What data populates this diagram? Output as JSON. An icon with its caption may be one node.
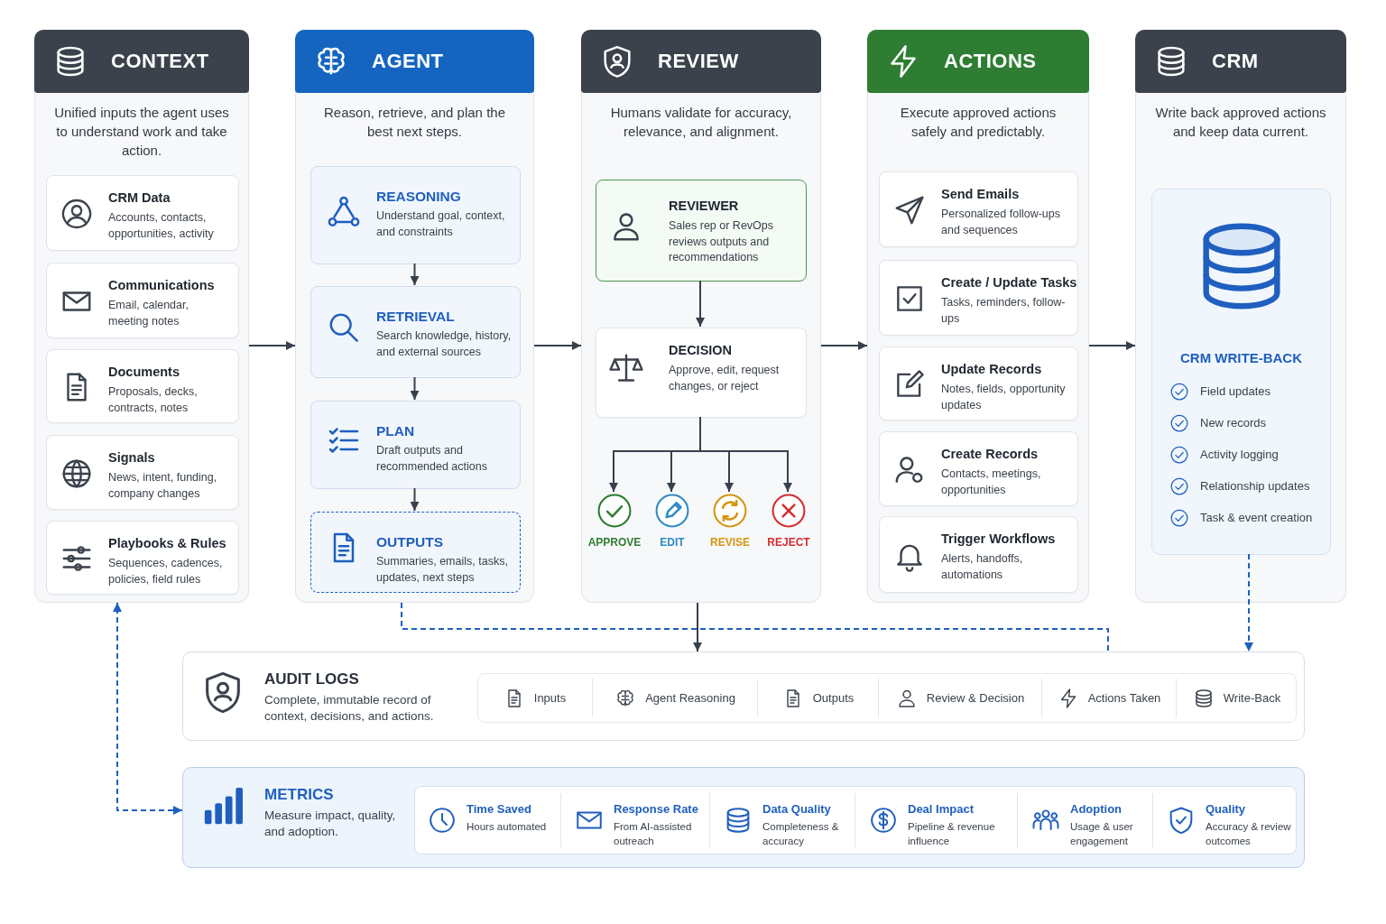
{
  "diagram": {
    "nodes": [
      {
        "text": [
          "CONTEXT",
          "Unified inputs the agent uses to understand work and take action."
        ]
      },
      {
        "text": [
          "CRM Data",
          "Accounts, contacts, opportunities, activity"
        ],
        "in": 0
      },
      {
        "text": [
          "Communications",
          "Email, calendar, meeting notes"
        ],
        "in": 0
      },
      {
        "text": [
          "Documents",
          "Proposals, decks, contracts, notes"
        ],
        "in": 0
      },
      {
        "text": [
          "Signals",
          "News, intent, funding, company changes"
        ],
        "in": 0
      },
      {
        "text": [
          "Playbooks & Rules",
          "Sequences, cadences, policies, field rules"
        ],
        "in": 0
      },
      {
        "text": [
          "AGENT",
          "Reason, retrieve, and plan the best next steps."
        ]
      },
      {
        "text": [
          "REASONING",
          "Understand goal, context, and constraints"
        ],
        "in": 6
      },
      {
        "text": [
          "RETRIEVAL",
          "Search knowledge, history, and external sources"
        ],
        "in": 6
      },
      {
        "text": [
          "PLAN",
          "Draft outputs and recommended actions"
        ],
        "in": 6
      },
      {
        "text": [
          "OUTPUTS",
          "Summaries, emails, tasks, updates, next steps"
        ],
        "in": 6
      },
      {
        "text": [
          "REVIEW",
          "Humans validate for accuracy, relevance, and alignment."
        ]
      },
      {
        "text": [
          "REVIEWER",
          "Sales rep or RevOps reviews outputs and recommendations"
        ],
        "in": 11
      },
      {
        "text": [
          "DECISION",
          "Approve, edit, request changes, or reject"
        ],
        "in": 11
      },
      {
        "text": [
          "APPROVE"
        ],
        "in": 11
      },
      {
        "text": [
          "EDIT"
        ],
        "in": 11
      },
      {
        "text": [
          "REVISE"
        ],
        "in": 11
      },
      {
        "text": [
          "REJECT"
        ],
        "in": 11
      },
      {
        "text": [
          "ACTIONS",
          "Execute approved actions safely and predictably."
        ]
      },
      {
        "text": [
          "Send Emails",
          "Personalized follow-ups and sequences"
        ],
        "in": 18
      },
      {
        "text": [
          "Create / Update Tasks",
          "Tasks, reminders, follow-ups"
        ],
        "in": 18
      },
      {
        "text": [
          "Update Records",
          "Notes, fields, opportunity updates"
        ],
        "in": 18
      },
      {
        "text": [
          "Create Records",
          "Contacts, meetings, opportunities"
        ],
        "in": 18
      },
      {
        "text": [
          "Trigger Workflows",
          "Alerts, handoffs, automations"
        ],
        "in": 18
      },
      {
        "text": [
          "CRM",
          "Write back approved actions and keep data current."
        ]
      },
      {
        "text": [
          "CRM WRITE-BACK",
          "Field updates",
          "New records",
          "Activity logging",
          "Relationship updates",
          "Task & event creation"
        ],
        "in": 24
      },
      {
        "text": [
          "AUDIT LOGS",
          "Complete, immutable record of context, decisions, and actions."
        ]
      },
      {
        "text": [
          "Inputs"
        ],
        "in": 26
      },
      {
        "text": [
          "Agent Reasoning"
        ],
        "in": 26
      },
      {
        "text": [
          "Outputs"
        ],
        "in": 26
      },
      {
        "text": [
          "Review & Decision"
        ],
        "in": 26
      },
      {
        "text": [
          "Actions Taken"
        ],
        "in": 26
      },
      {
        "text": [
          "Write-Back"
        ],
        "in": 26
      },
      {
        "text": [
          "METRICS",
          "Measure impact, quality, and adoption."
        ]
      },
      {
        "text": [
          "Time Saved",
          "Hours automated"
        ],
        "in": 33
      },
      {
        "text": [
          "Response Rate",
          "From AI-assisted outreach"
        ],
        "in": 33
      },
      {
        "text": [
          "Data Quality",
          "Completeness & accuracy"
        ],
        "in": 33
      },
      {
        "text": [
          "Deal Impact",
          "Pipeline & revenue influence"
        ],
        "in": 33
      },
      {
        "text": [
          "Adoption",
          "Usage & user engagement"
        ],
        "in": 33
      },
      {
        "text": [
          "Quality",
          "Accuracy & review outcomes"
        ],
        "in": 33
      }
    ],
    "edges": [
      {
        "from": 0,
        "to": 6,
        "arrow": "to"
      },
      {
        "from": 6,
        "to": 11,
        "arrow": "to"
      },
      {
        "from": 11,
        "to": 18,
        "arrow": "to"
      },
      {
        "from": 18,
        "to": 24,
        "arrow": "to"
      },
      {
        "from": 7,
        "to": 8,
        "arrow": "to"
      },
      {
        "from": 8,
        "to": 9,
        "arrow": "to"
      },
      {
        "from": 9,
        "to": 10,
        "arrow": "to"
      },
      {
        "from": 12,
        "to": 13,
        "arrow": "to"
      },
      {
        "from": 13,
        "to": 14,
        "arrow": "to"
      },
      {
        "from": 13,
        "to": 15,
        "arrow": "to"
      },
      {
        "from": 13,
        "to": 16,
        "arrow": "to"
      },
      {
        "from": 13,
        "to": 17,
        "arrow": "to"
      },
      {
        "from": 11,
        "to": 26,
        "arrow": "to"
      },
      {
        "from": 6,
        "to": 26,
        "arrow": "none",
        "style": "dashed",
        "color": "#1f5fbf"
      },
      {
        "from": 25,
        "to": 26,
        "arrow": "to",
        "style": "dashed",
        "color": "#1f5fbf"
      },
      {
        "from": 33,
        "to": 0,
        "arrow": "both",
        "style": "dashed",
        "color": "#1f5fbf"
      }
    ]
  }
}
